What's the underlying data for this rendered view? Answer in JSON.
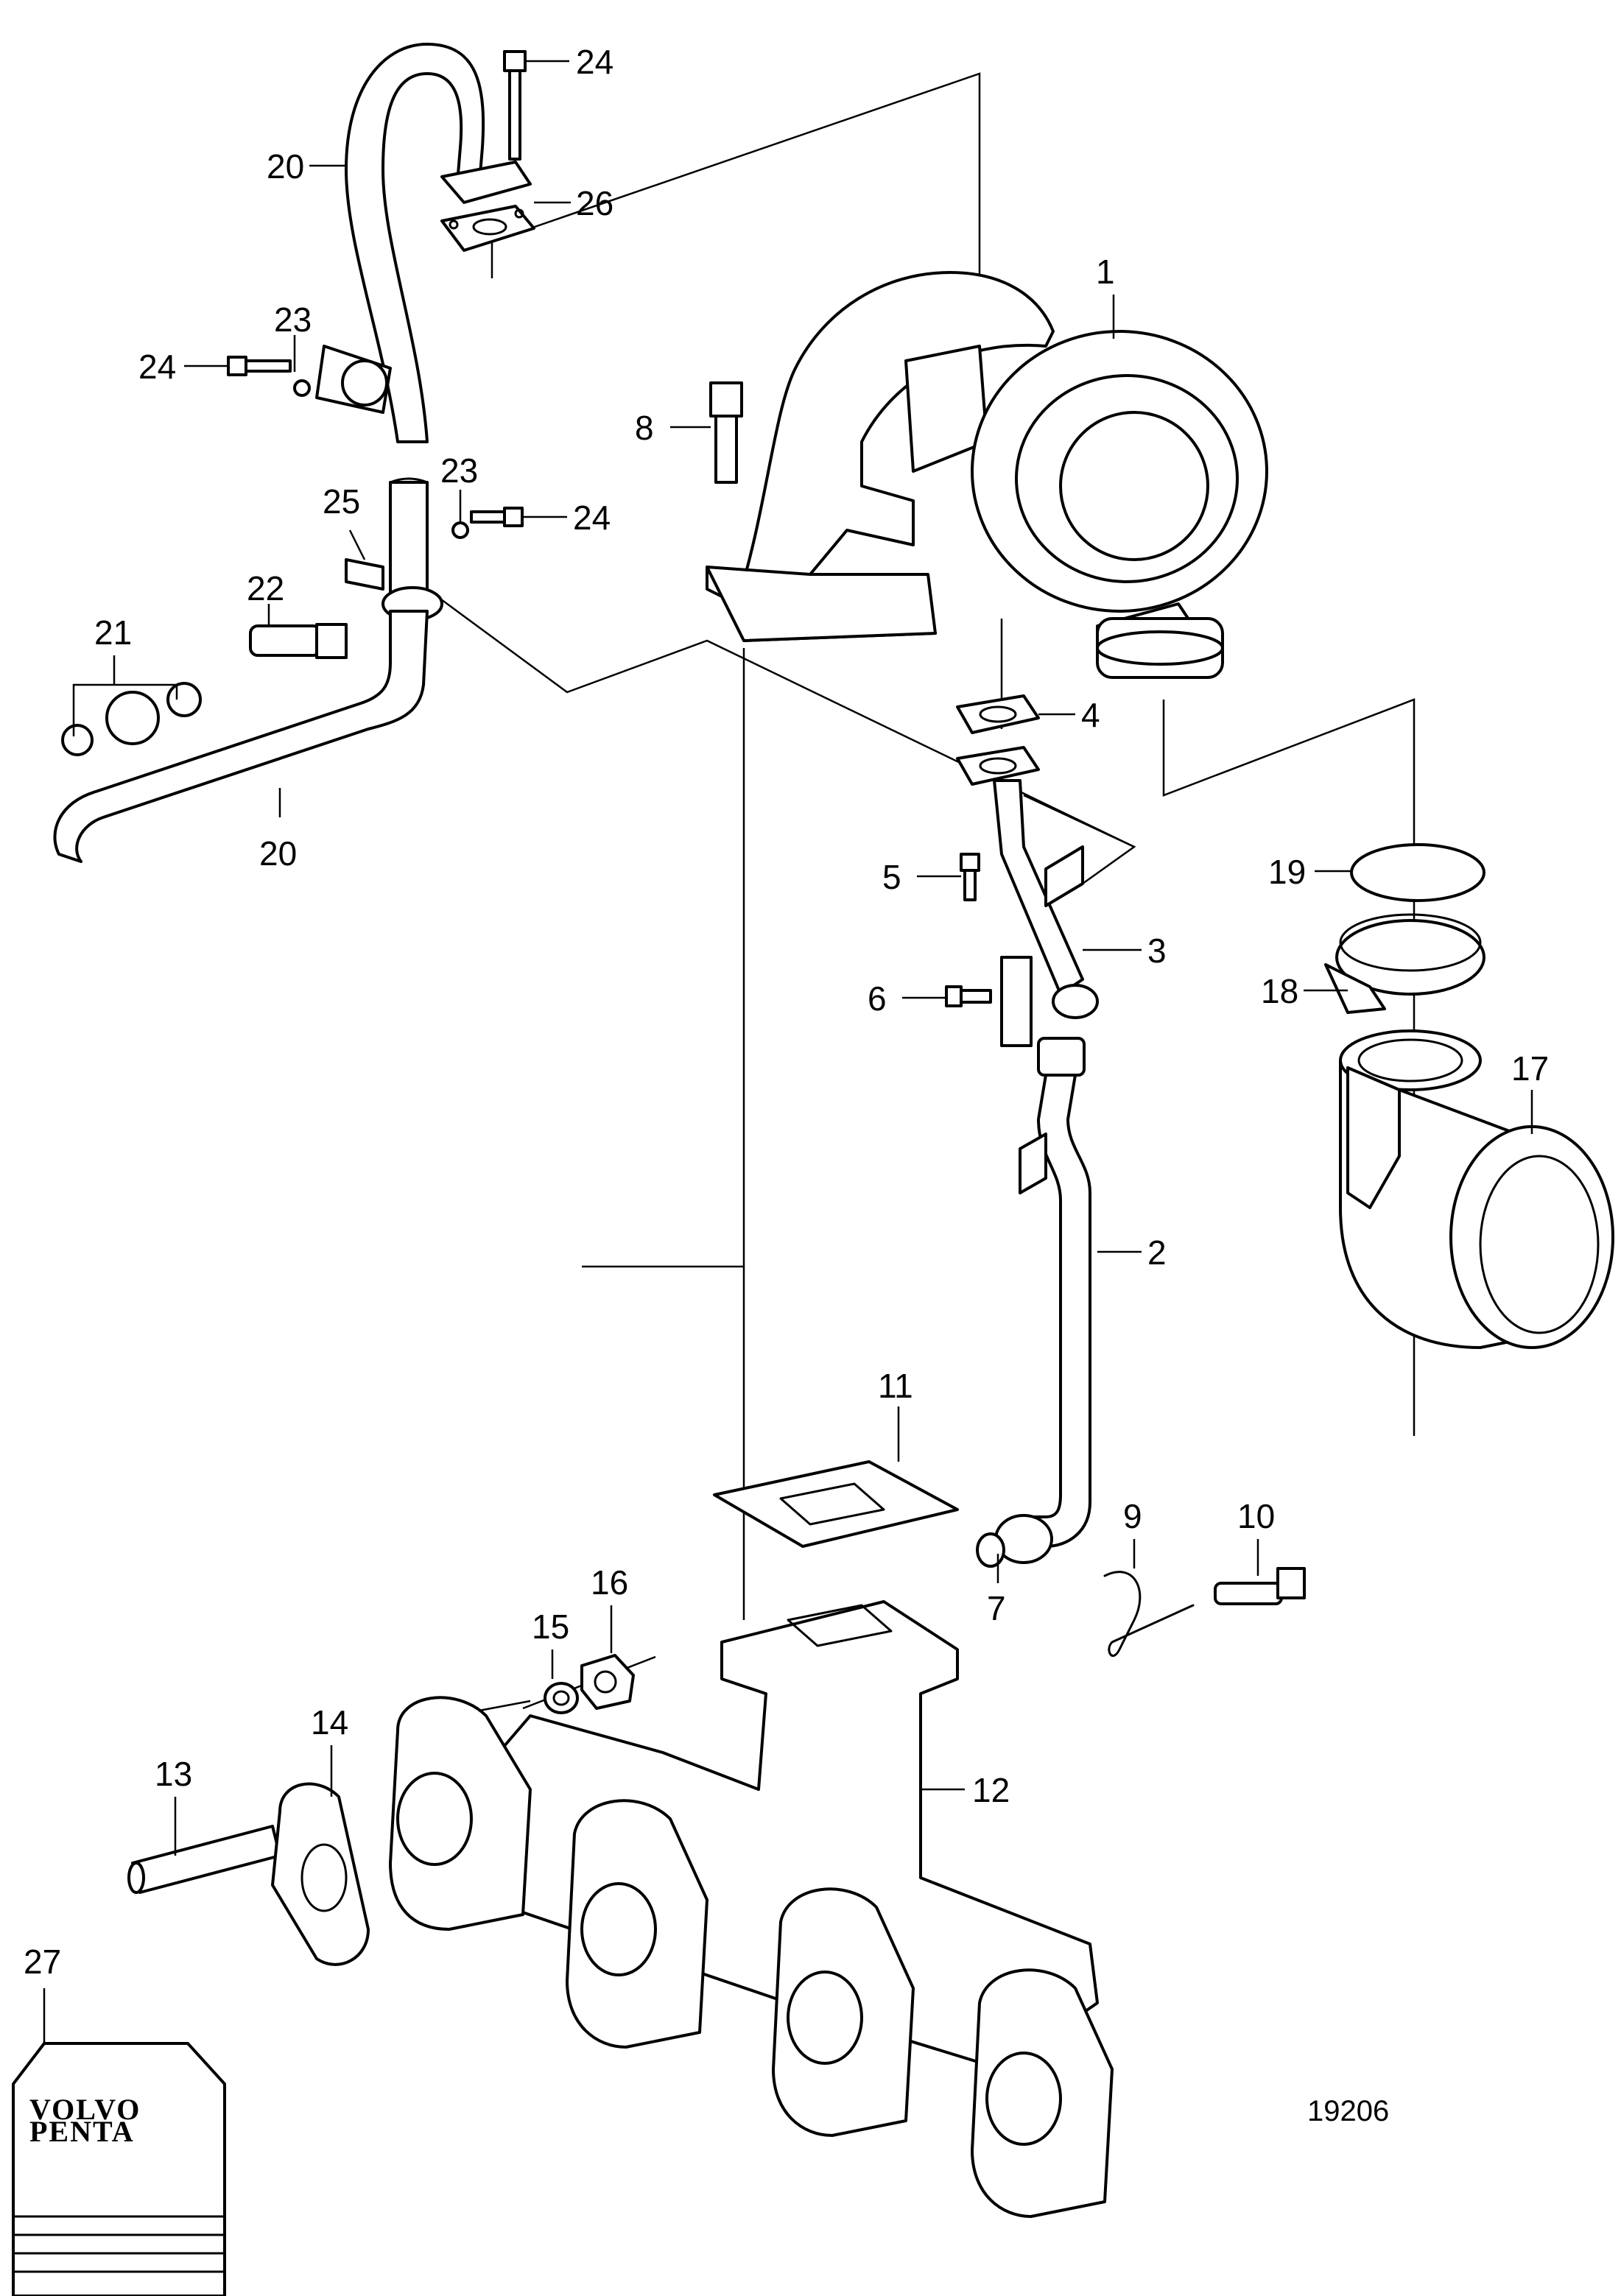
{
  "diagram": {
    "callouts": [
      {
        "id": "1",
        "label": "1"
      },
      {
        "id": "2",
        "label": "2"
      },
      {
        "id": "3",
        "label": "3"
      },
      {
        "id": "4",
        "label": "4"
      },
      {
        "id": "5",
        "label": "5"
      },
      {
        "id": "6",
        "label": "6"
      },
      {
        "id": "7",
        "label": "7"
      },
      {
        "id": "8",
        "label": "8"
      },
      {
        "id": "9",
        "label": "9"
      },
      {
        "id": "10",
        "label": "10"
      },
      {
        "id": "11",
        "label": "11"
      },
      {
        "id": "12",
        "label": "12"
      },
      {
        "id": "13",
        "label": "13"
      },
      {
        "id": "14",
        "label": "14"
      },
      {
        "id": "15",
        "label": "15"
      },
      {
        "id": "16",
        "label": "16"
      },
      {
        "id": "17",
        "label": "17"
      },
      {
        "id": "18",
        "label": "18"
      },
      {
        "id": "19",
        "label": "19"
      },
      {
        "id": "20a",
        "label": "20"
      },
      {
        "id": "20b",
        "label": "20"
      },
      {
        "id": "21",
        "label": "21"
      },
      {
        "id": "22",
        "label": "22"
      },
      {
        "id": "23a",
        "label": "23"
      },
      {
        "id": "23b",
        "label": "23"
      },
      {
        "id": "24a",
        "label": "24"
      },
      {
        "id": "24b",
        "label": "24"
      },
      {
        "id": "24c",
        "label": "24"
      },
      {
        "id": "25",
        "label": "25"
      },
      {
        "id": "26",
        "label": "26"
      },
      {
        "id": "27",
        "label": "27"
      }
    ],
    "logo": {
      "line1": "VOLVO",
      "line2": "PENTA"
    },
    "drawing_number": "19206"
  }
}
